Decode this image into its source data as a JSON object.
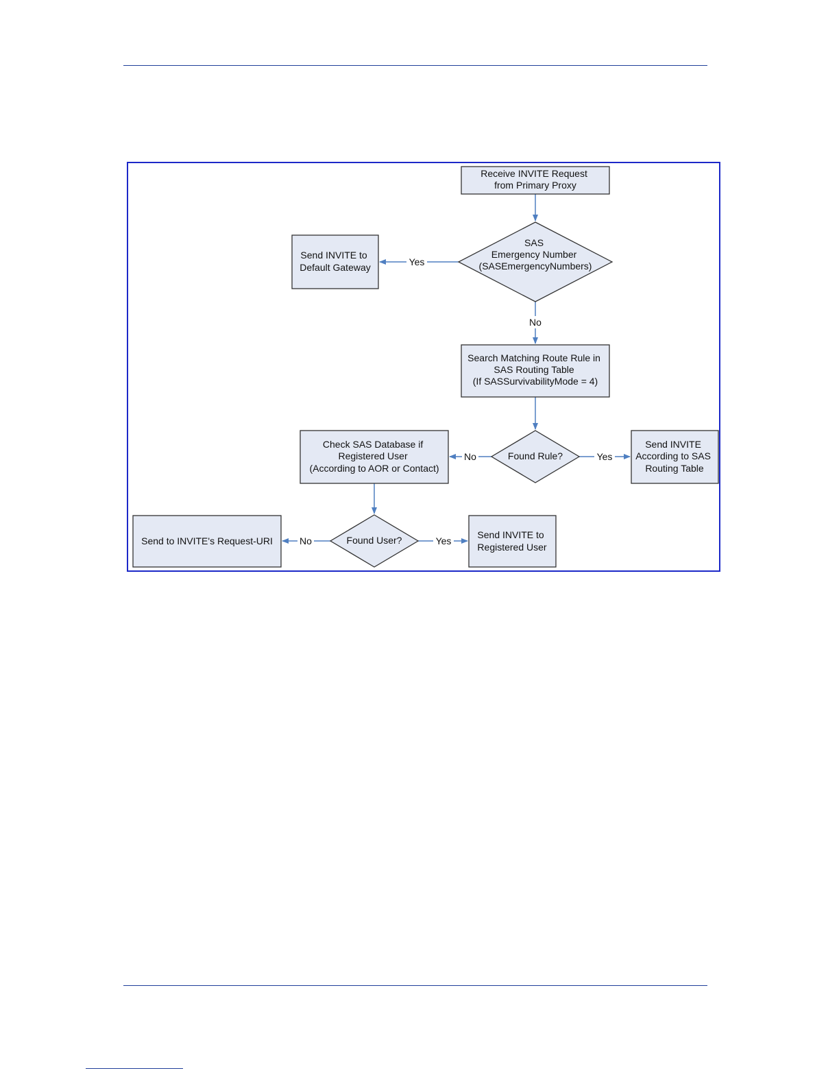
{
  "colors": {
    "page_rule": "#1f3f9a",
    "frame": "#1c28c8",
    "node_fill": "#e4e9f4",
    "node_stroke": "#333333",
    "arrow": "#4f7fc1"
  },
  "flowchart": {
    "nodes": {
      "receive_invite": [
        "Receive INVITE Request",
        "from Primary Proxy"
      ],
      "emergency_check": [
        "SAS",
        "Emergency Number",
        "(SASEmergencyNumbers)"
      ],
      "send_default_gateway": [
        "Send INVITE to",
        "Default Gateway"
      ],
      "search_route_rule": [
        "Search Matching Route Rule in",
        "SAS Routing Table",
        "(If SASSurvivabilityMode = 4)"
      ],
      "found_rule": [
        "Found Rule?"
      ],
      "send_routing_table": [
        "Send INVITE",
        "According to SAS",
        "Routing Table"
      ],
      "check_database": [
        "Check SAS Database if",
        "Registered User",
        "(According to AOR or Contact)"
      ],
      "found_user": [
        "Found User?"
      ],
      "send_request_uri": [
        "Send to INVITE's Request-URI"
      ],
      "send_registered_user": [
        "Send INVITE to",
        "Registered User"
      ]
    },
    "edge_labels": {
      "emergency_yes": "Yes",
      "emergency_no": "No",
      "rule_no": "No",
      "rule_yes": "Yes",
      "user_no": "No",
      "user_yes": "Yes"
    }
  }
}
